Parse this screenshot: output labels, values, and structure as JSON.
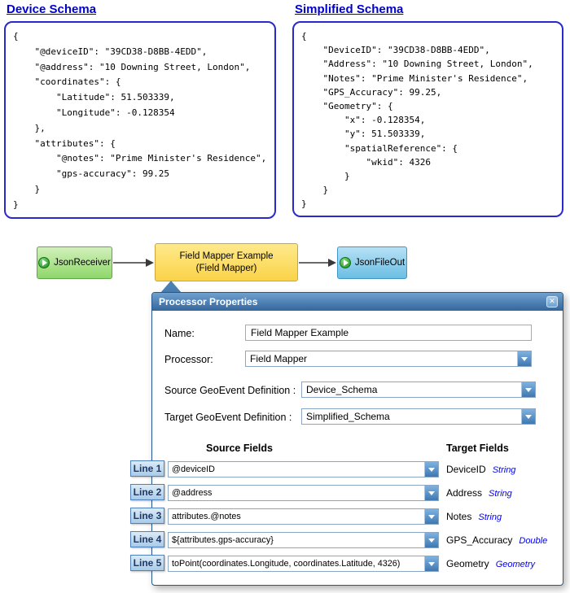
{
  "device_schema": {
    "title": "Device Schema",
    "code": "{\n    \"@deviceID\": \"39CD38-D8BB-4EDD\",\n    \"@address\": \"10 Downing Street, London\",\n    \"coordinates\": {\n        \"Latitude\": 51.503339,\n        \"Longitude\": -0.128354\n    },\n    \"attributes\": {\n        \"@notes\": \"Prime Minister's Residence\",\n        \"gps-accuracy\": 99.25\n    }\n}"
  },
  "simplified_schema": {
    "title": "Simplified Schema",
    "code": "{\n    \"DeviceID\": \"39CD38-D8BB-4EDD\",\n    \"Address\": \"10 Downing Street, London\",\n    \"Notes\": \"Prime Minister's Residence\",\n    \"GPS_Accuracy\": 99.25,\n    \"Geometry\": {\n        \"x\": -0.128354,\n        \"y\": 51.503339,\n        \"spatialReference\": {\n            \"wkid\": 4326\n        }\n    }\n}"
  },
  "flow": {
    "receiver_label": "JsonReceiver",
    "processor_title": "Field Mapper Example",
    "processor_subtitle": "(Field Mapper)",
    "output_label": "JsonFileOut"
  },
  "dialog": {
    "title": "Processor Properties",
    "close_label": "✕",
    "fields": {
      "name_label": "Name:",
      "name_value": "Field Mapper Example",
      "processor_label": "Processor:",
      "processor_value": "Field Mapper",
      "source_def_label": "Source GeoEvent Definition :",
      "source_def_value": "Device_Schema",
      "target_def_label": "Target GeoEvent Definition :",
      "target_def_value": "Simplified_Schema"
    },
    "columns": {
      "source": "Source Fields",
      "target": "Target Fields"
    },
    "rows": [
      {
        "line": "Line 1",
        "source": "@deviceID",
        "target": "DeviceID",
        "type": "String"
      },
      {
        "line": "Line 2",
        "source": "@address",
        "target": "Address",
        "type": "String"
      },
      {
        "line": "Line 3",
        "source": "attributes.@notes",
        "target": "Notes",
        "type": "String"
      },
      {
        "line": "Line 4",
        "source": "${attributes.gps-accuracy}",
        "target": "GPS_Accuracy",
        "type": "Double"
      },
      {
        "line": "Line 5",
        "source": "toPoint(coordinates.Longitude, coordinates.Latitude, 4326)",
        "target": "Geometry",
        "type": "Geometry"
      }
    ]
  },
  "colors": {
    "schema_border": "#2929CC",
    "schema_title_blue": "#0000CC",
    "receiver_green": "#8FD76A",
    "processor_yellow": "#FAD348",
    "output_blue": "#6CBEE4",
    "titlebar_blue": "#34669C",
    "line_badge_blue": "#A9CBE8",
    "field_type_blue": "#0000EE"
  }
}
